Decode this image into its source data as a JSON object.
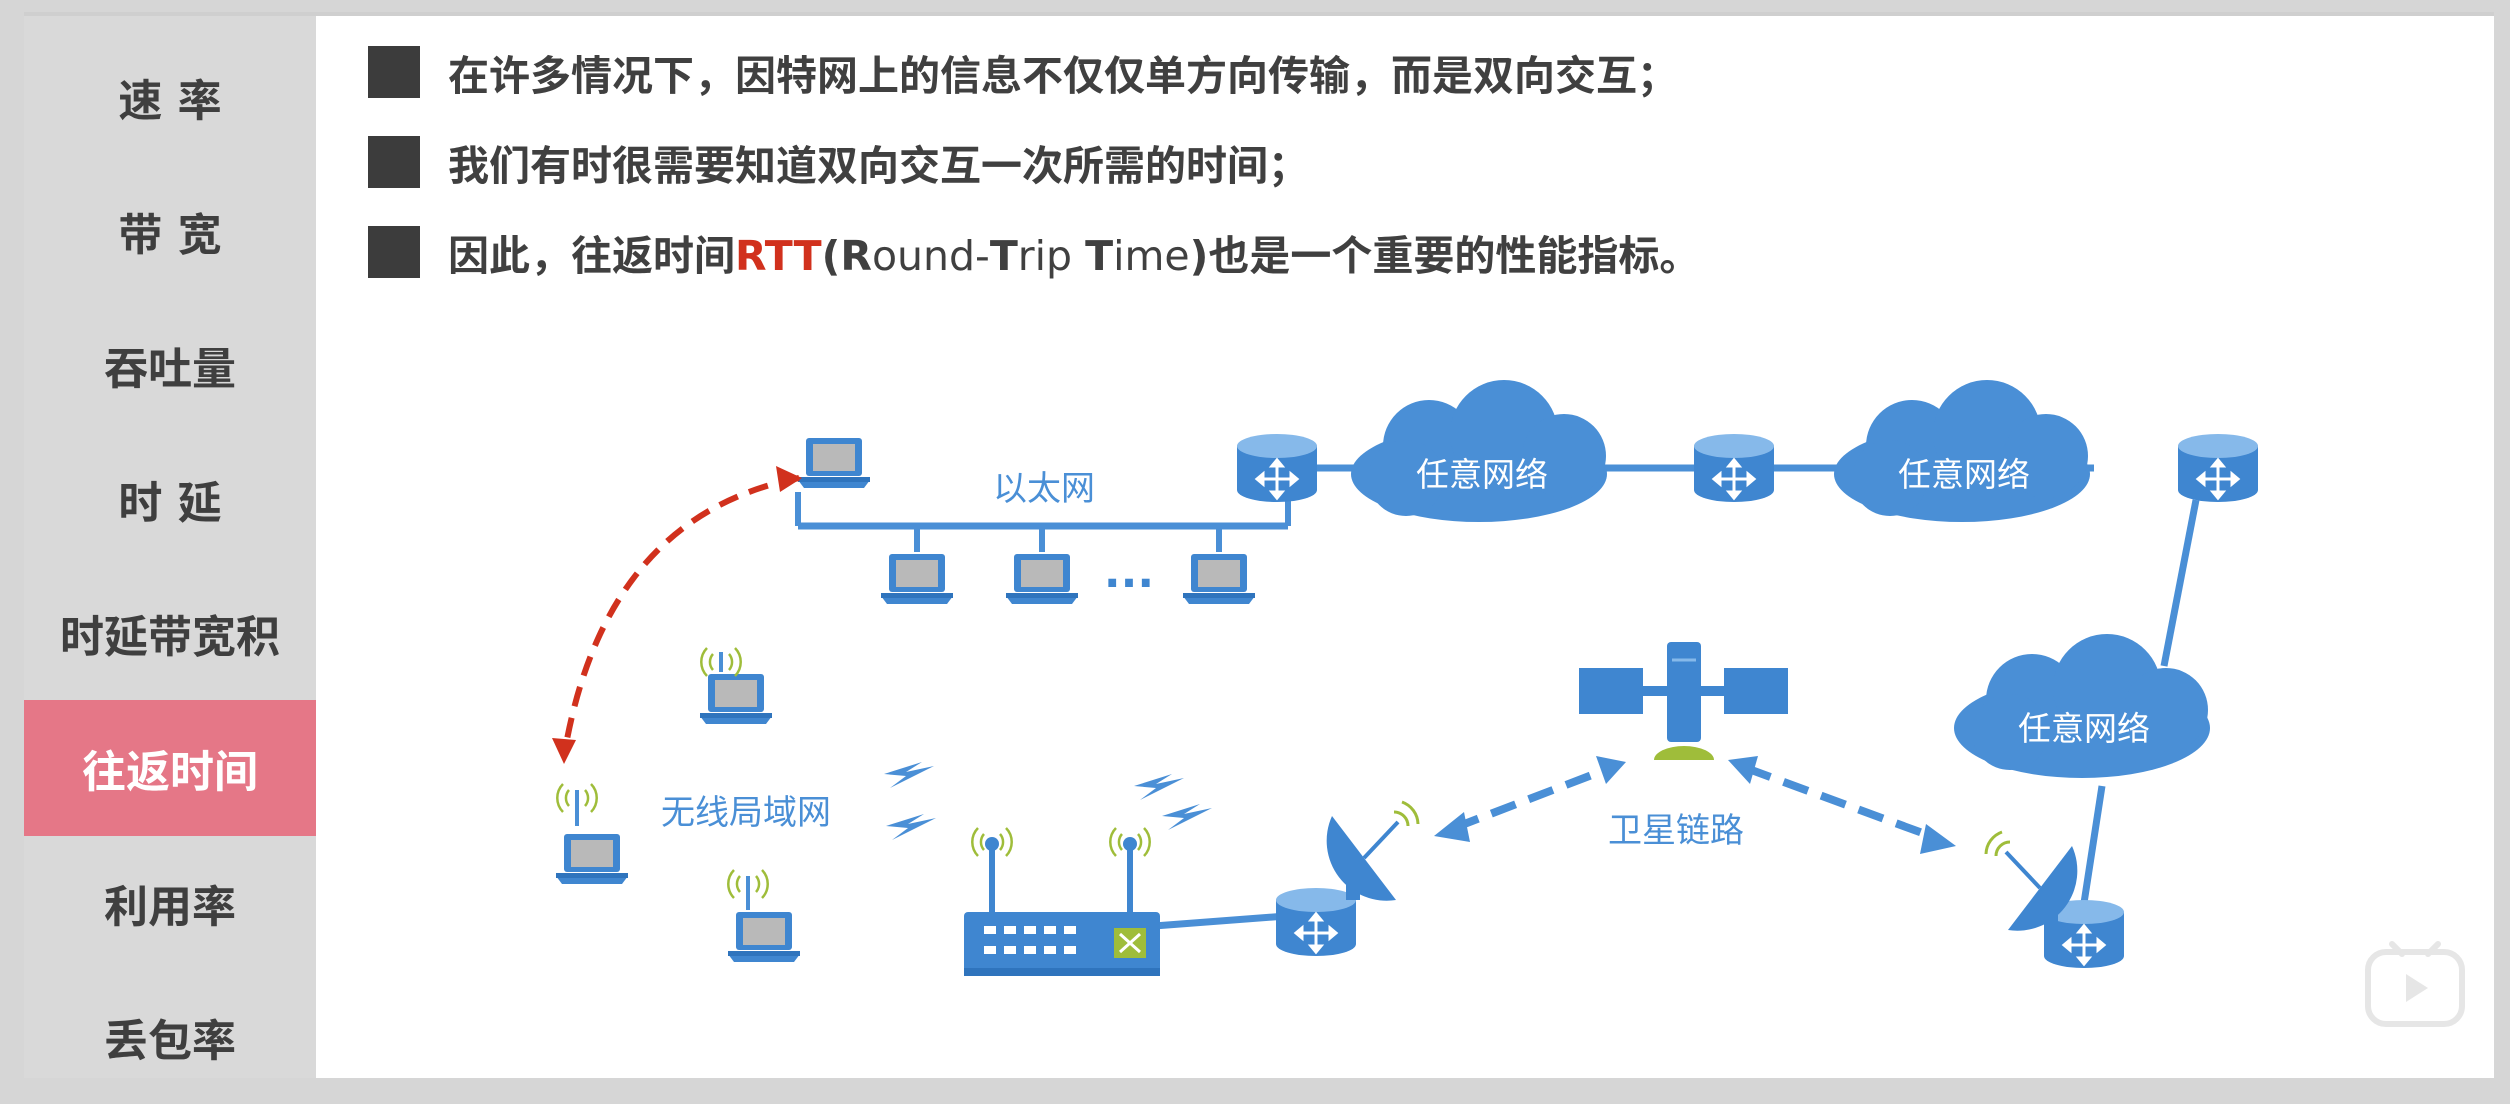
{
  "sidebar": {
    "items": [
      {
        "label": "速 率"
      },
      {
        "label": "带 宽"
      },
      {
        "label": "吞吐量"
      },
      {
        "label": "时 延"
      },
      {
        "label": "时延带宽积"
      },
      {
        "label": "往返时间",
        "active": true
      },
      {
        "label": "利用率"
      },
      {
        "label": "丢包率"
      }
    ]
  },
  "bullets": [
    {
      "text": "在许多情况下，因特网上的信息不仅仅单方向传输，而是双向交互；"
    },
    {
      "text": "我们有时很需要知道双向交互一次所需的时间；"
    },
    {
      "p1": "因此，往返时间",
      "highlight": "RTT",
      "p2": "(",
      "b1": "R",
      "t1": "ound-",
      "b2": "T",
      "t2": "rip ",
      "b3": "T",
      "t3": "ime",
      "p3": ")也是一个重要的性能指标。"
    }
  ],
  "diagram": {
    "ethernet_label": "以太网",
    "cloud_labels": [
      "任意网络",
      "任意网络",
      "任意网络"
    ],
    "wlan_label": "无线局域网",
    "satellite_label": "卫星链路",
    "ellipsis": "···"
  },
  "colors": {
    "accent_pink": "#e57787",
    "network_blue": "#4a8fd6",
    "rtt_red": "#d1311d",
    "sidebar_gray": "#d9d9d9"
  }
}
